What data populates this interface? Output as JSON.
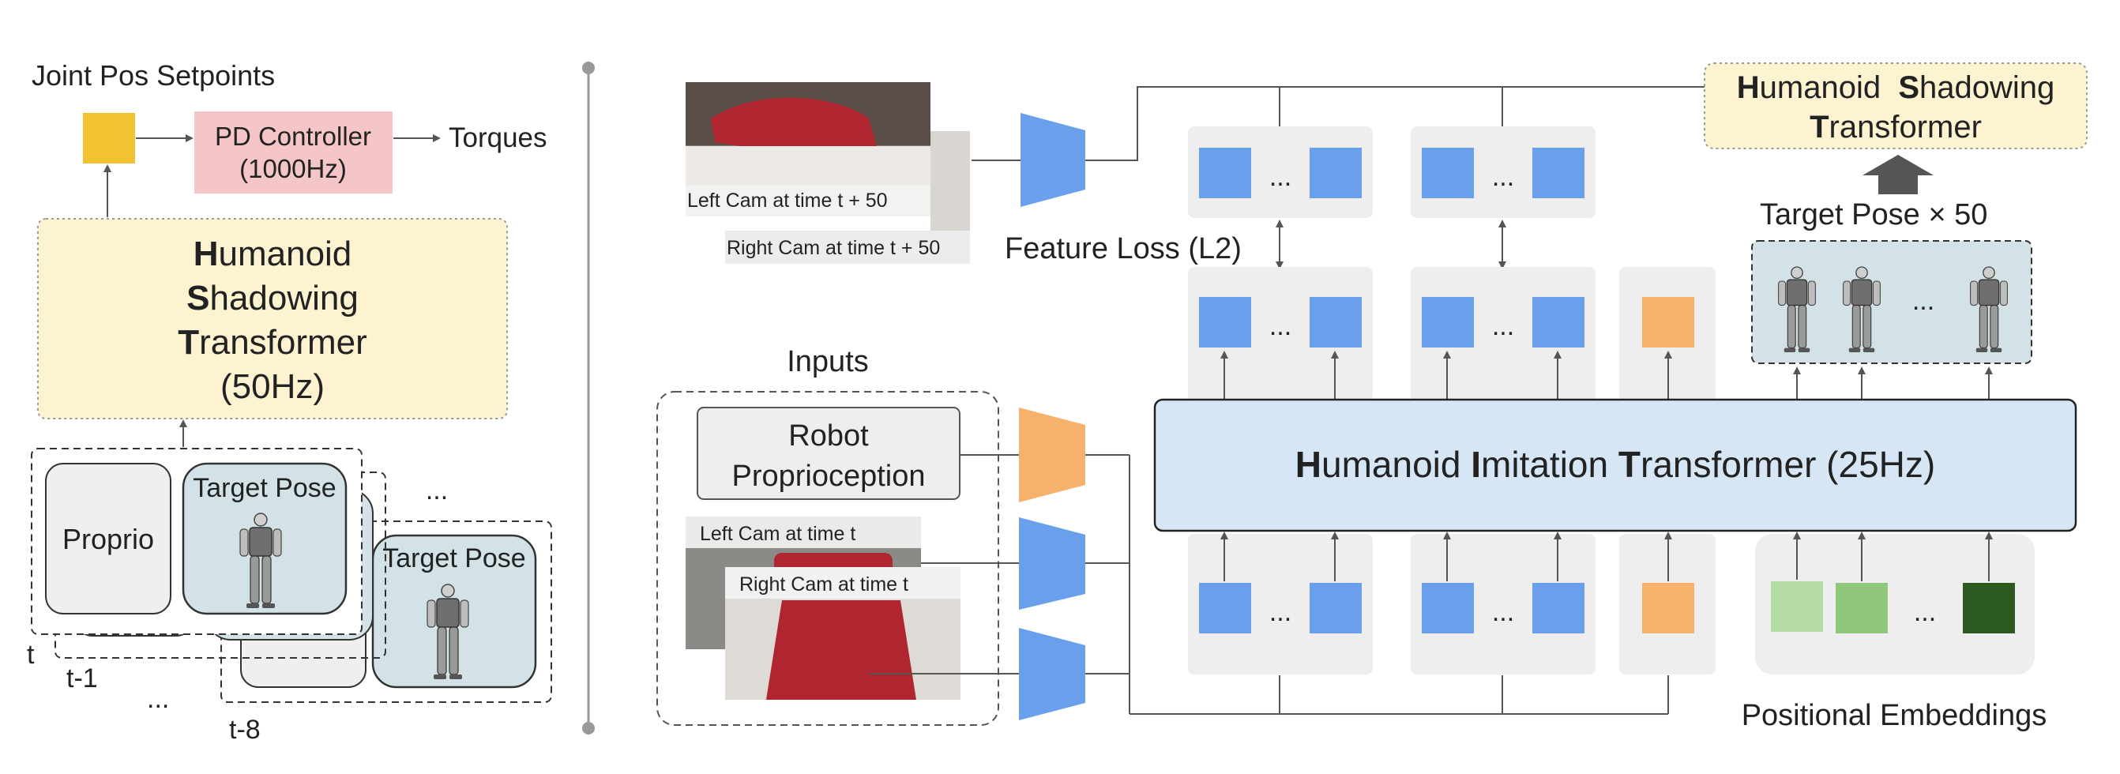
{
  "left": {
    "setpoints_label": "Joint Pos Setpoints",
    "pd_controller_line1": "PD Controller",
    "pd_controller_line2": "(1000Hz)",
    "torques_label": "Torques",
    "hst_lines": [
      {
        "initial": "H",
        "rest": "umanoid"
      },
      {
        "initial": "S",
        "rest": "hadowing"
      },
      {
        "initial": "T",
        "rest": "ransformer"
      }
    ],
    "hst_rate": "(50Hz)",
    "proprio_label": "Proprio",
    "target_pose_label": "Target Pose",
    "target_pose_back_label": "Target Pose",
    "ellipsis": "...",
    "time_t": "t",
    "time_t1": "t-1",
    "time_dots": "...",
    "time_t8": "t-8"
  },
  "right": {
    "left_cam_future": "Left Cam at time t + 50",
    "right_cam_future": "Right Cam at time t + 50",
    "feature_loss": "Feature Loss (L2)",
    "inputs_label": "Inputs",
    "robot_line1": "Robot",
    "robot_line2": "Proprioception",
    "left_cam_now": "Left Cam at time t",
    "right_cam_now": "Right Cam at time t",
    "hit_parts": [
      {
        "initial": "H",
        "rest": "umanoid "
      },
      {
        "initial": "I",
        "rest": "mitation "
      },
      {
        "initial": "T",
        "rest": "ransformer (25Hz)"
      }
    ],
    "hst_top_line1": [
      {
        "initial": "H",
        "rest": "umanoid  "
      },
      {
        "initial": "S",
        "rest": "hadowing"
      }
    ],
    "hst_top_line2": {
      "initial": "T",
      "rest": "ransformer"
    },
    "target_pose_x50": "Target Pose × 50",
    "positional_embeddings": "Positional Embeddings",
    "ellipsis": "..."
  },
  "colors": {
    "hst_fill": "#fdf3d0",
    "hit_fill": "#d6e6f4",
    "pd_fill": "#f5c6c8",
    "setpoint_yellow": "#f2c232",
    "token_blue": "#6a9fec",
    "token_orange": "#f6b26b",
    "encoder_blue": "#6a9fec",
    "encoder_orange": "#f6b26b",
    "panel_gray": "#eeeeee",
    "pose_fill": "#d2e2e6",
    "pos_emb": [
      "#b5dba5",
      "#8fc87b",
      "#2c5a1e"
    ]
  },
  "icons": [
    "humanoid-robot-icon",
    "camera-photo-icon",
    "up-arrow-icon"
  ]
}
